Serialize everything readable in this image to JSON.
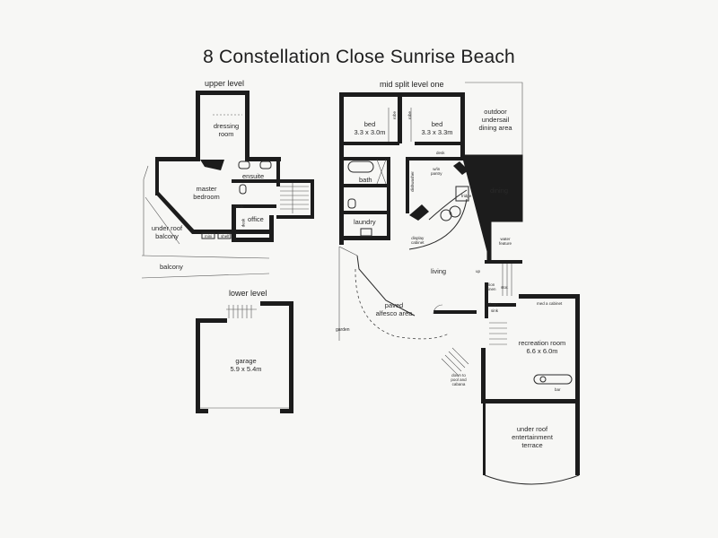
{
  "title": "8 Constellation Close Sunrise Beach",
  "levels": {
    "upper": "upper level",
    "mid": "mid split level one",
    "lower": "lower level"
  },
  "rooms": {
    "dressing": "dressing\nroom",
    "ensuite": "ensuite",
    "master_bedroom": "master\nbedroom",
    "office": "office",
    "under_roof_balcony": "under roof\nbalcony",
    "balcony": "balcony",
    "bed1": "bed\n3.3 x 3.0m",
    "bed2": "bed\n3.3 x 3.3m",
    "outdoor_dining": "outdoor\nundersail\ndining area",
    "bath": "bath",
    "laundry": "laundry",
    "dining": "dining",
    "living": "living",
    "paved": "paved\nalfesco area",
    "garden": "garden",
    "recreation": "recreation room\n6.6 x 6.0m",
    "entertainment": "under roof\nentertainment\nterrace",
    "garage": "garage\n5.9 x 5.4m",
    "down_to_pool": "down to\npool and\ncabana"
  },
  "small_labels": {
    "desk_upper": "desk",
    "desk_office": "desk",
    "mini_bar": "mini",
    "shelf": "shelf",
    "robe1": "robe",
    "robe2": "robe",
    "desk_mid": "desk",
    "fridge": "fridge",
    "w_in_pantry": "w/in\npantry",
    "dishwasher": "dishwasher",
    "display_cabinet": "display\ncabinet",
    "water_feature": "water\nfeature",
    "up": "up",
    "linen": "lion\nlinen",
    "storage": "stor.",
    "down": "down",
    "sink": "sink",
    "media_cabinet": "med a cabinet",
    "bar": "bar"
  }
}
